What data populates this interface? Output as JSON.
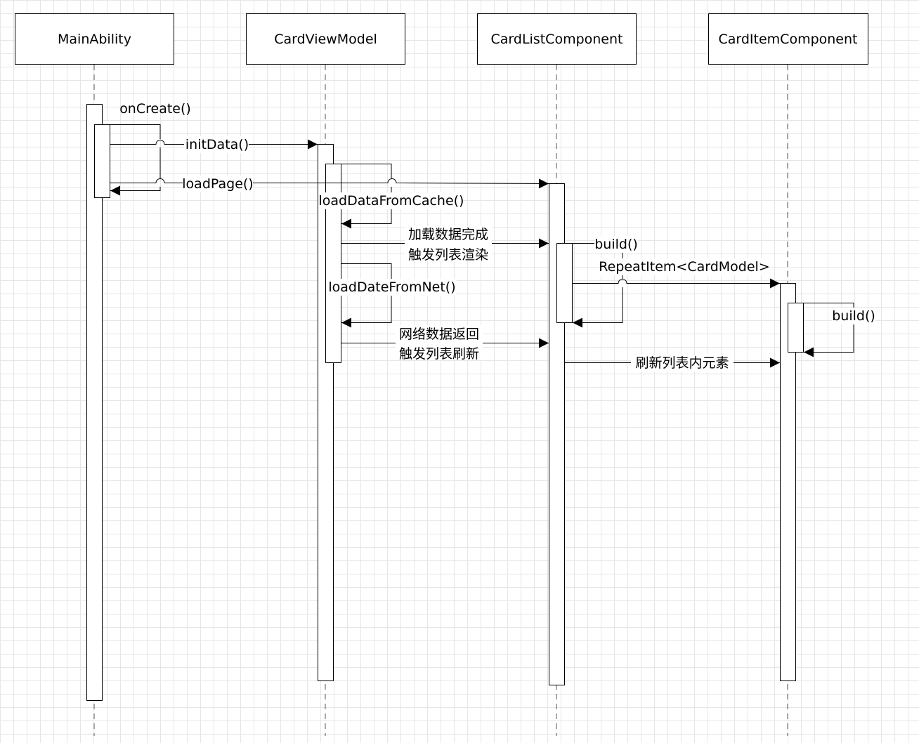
{
  "participants": {
    "main_ability": "MainAbility",
    "card_view_model": "CardViewModel",
    "card_list_component": "CardListComponent",
    "card_item_component": "CardItemComponent"
  },
  "messages": {
    "on_create": "onCreate()",
    "init_data": "initData()",
    "load_page": "loadPage()",
    "load_data_from_cache": "loadDataFromCache()",
    "cache_done_line1": "加载数据完成",
    "cache_done_line2": "触发列表渲染",
    "build_list": "build()",
    "repeat_item": "RepeatItem<CardModel>",
    "load_date_from_net": "loadDateFromNet()",
    "build_item": "build()",
    "net_return_line1": "网络数据返回",
    "net_return_line2": "触发列表刷新",
    "refresh_items": "刷新列表内元素"
  }
}
